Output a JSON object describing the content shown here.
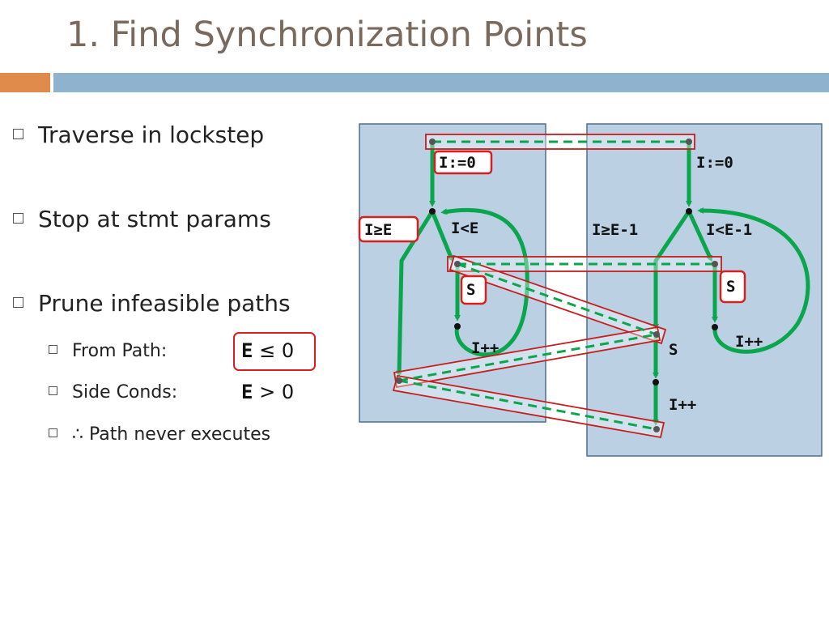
{
  "slide": {
    "title": "1. Find Synchronization Points",
    "bullets": {
      "b1": "Traverse in lockstep",
      "b2": "Stop at stmt params",
      "b3": "Prune infeasible paths",
      "s1_label": "From Path:",
      "s1_code": "E",
      "s1_op": "≤",
      "s1_num": "0",
      "s2_label": "Side Conds:",
      "s2_code": "E",
      "s2_op": ">",
      "s2_num": "0",
      "s3_label": "∴ Path never executes"
    }
  },
  "diagram": {
    "left": {
      "init": "I:=0",
      "exit_cond": "I≥E",
      "loop_cond": "I<E",
      "stmt": "S",
      "incr": "I++"
    },
    "right": {
      "init": "I:=0",
      "exit_cond": "I≥E-1",
      "loop_cond": "I<E-1",
      "stmt_inner": "S",
      "incr_inner": "I++",
      "stmt_after": "S",
      "incr_after": "I++"
    }
  },
  "colors": {
    "green": "#0aa64e",
    "red": "#c41e1e",
    "panel": "#bcd0e3",
    "title": "#7a6a5e"
  }
}
